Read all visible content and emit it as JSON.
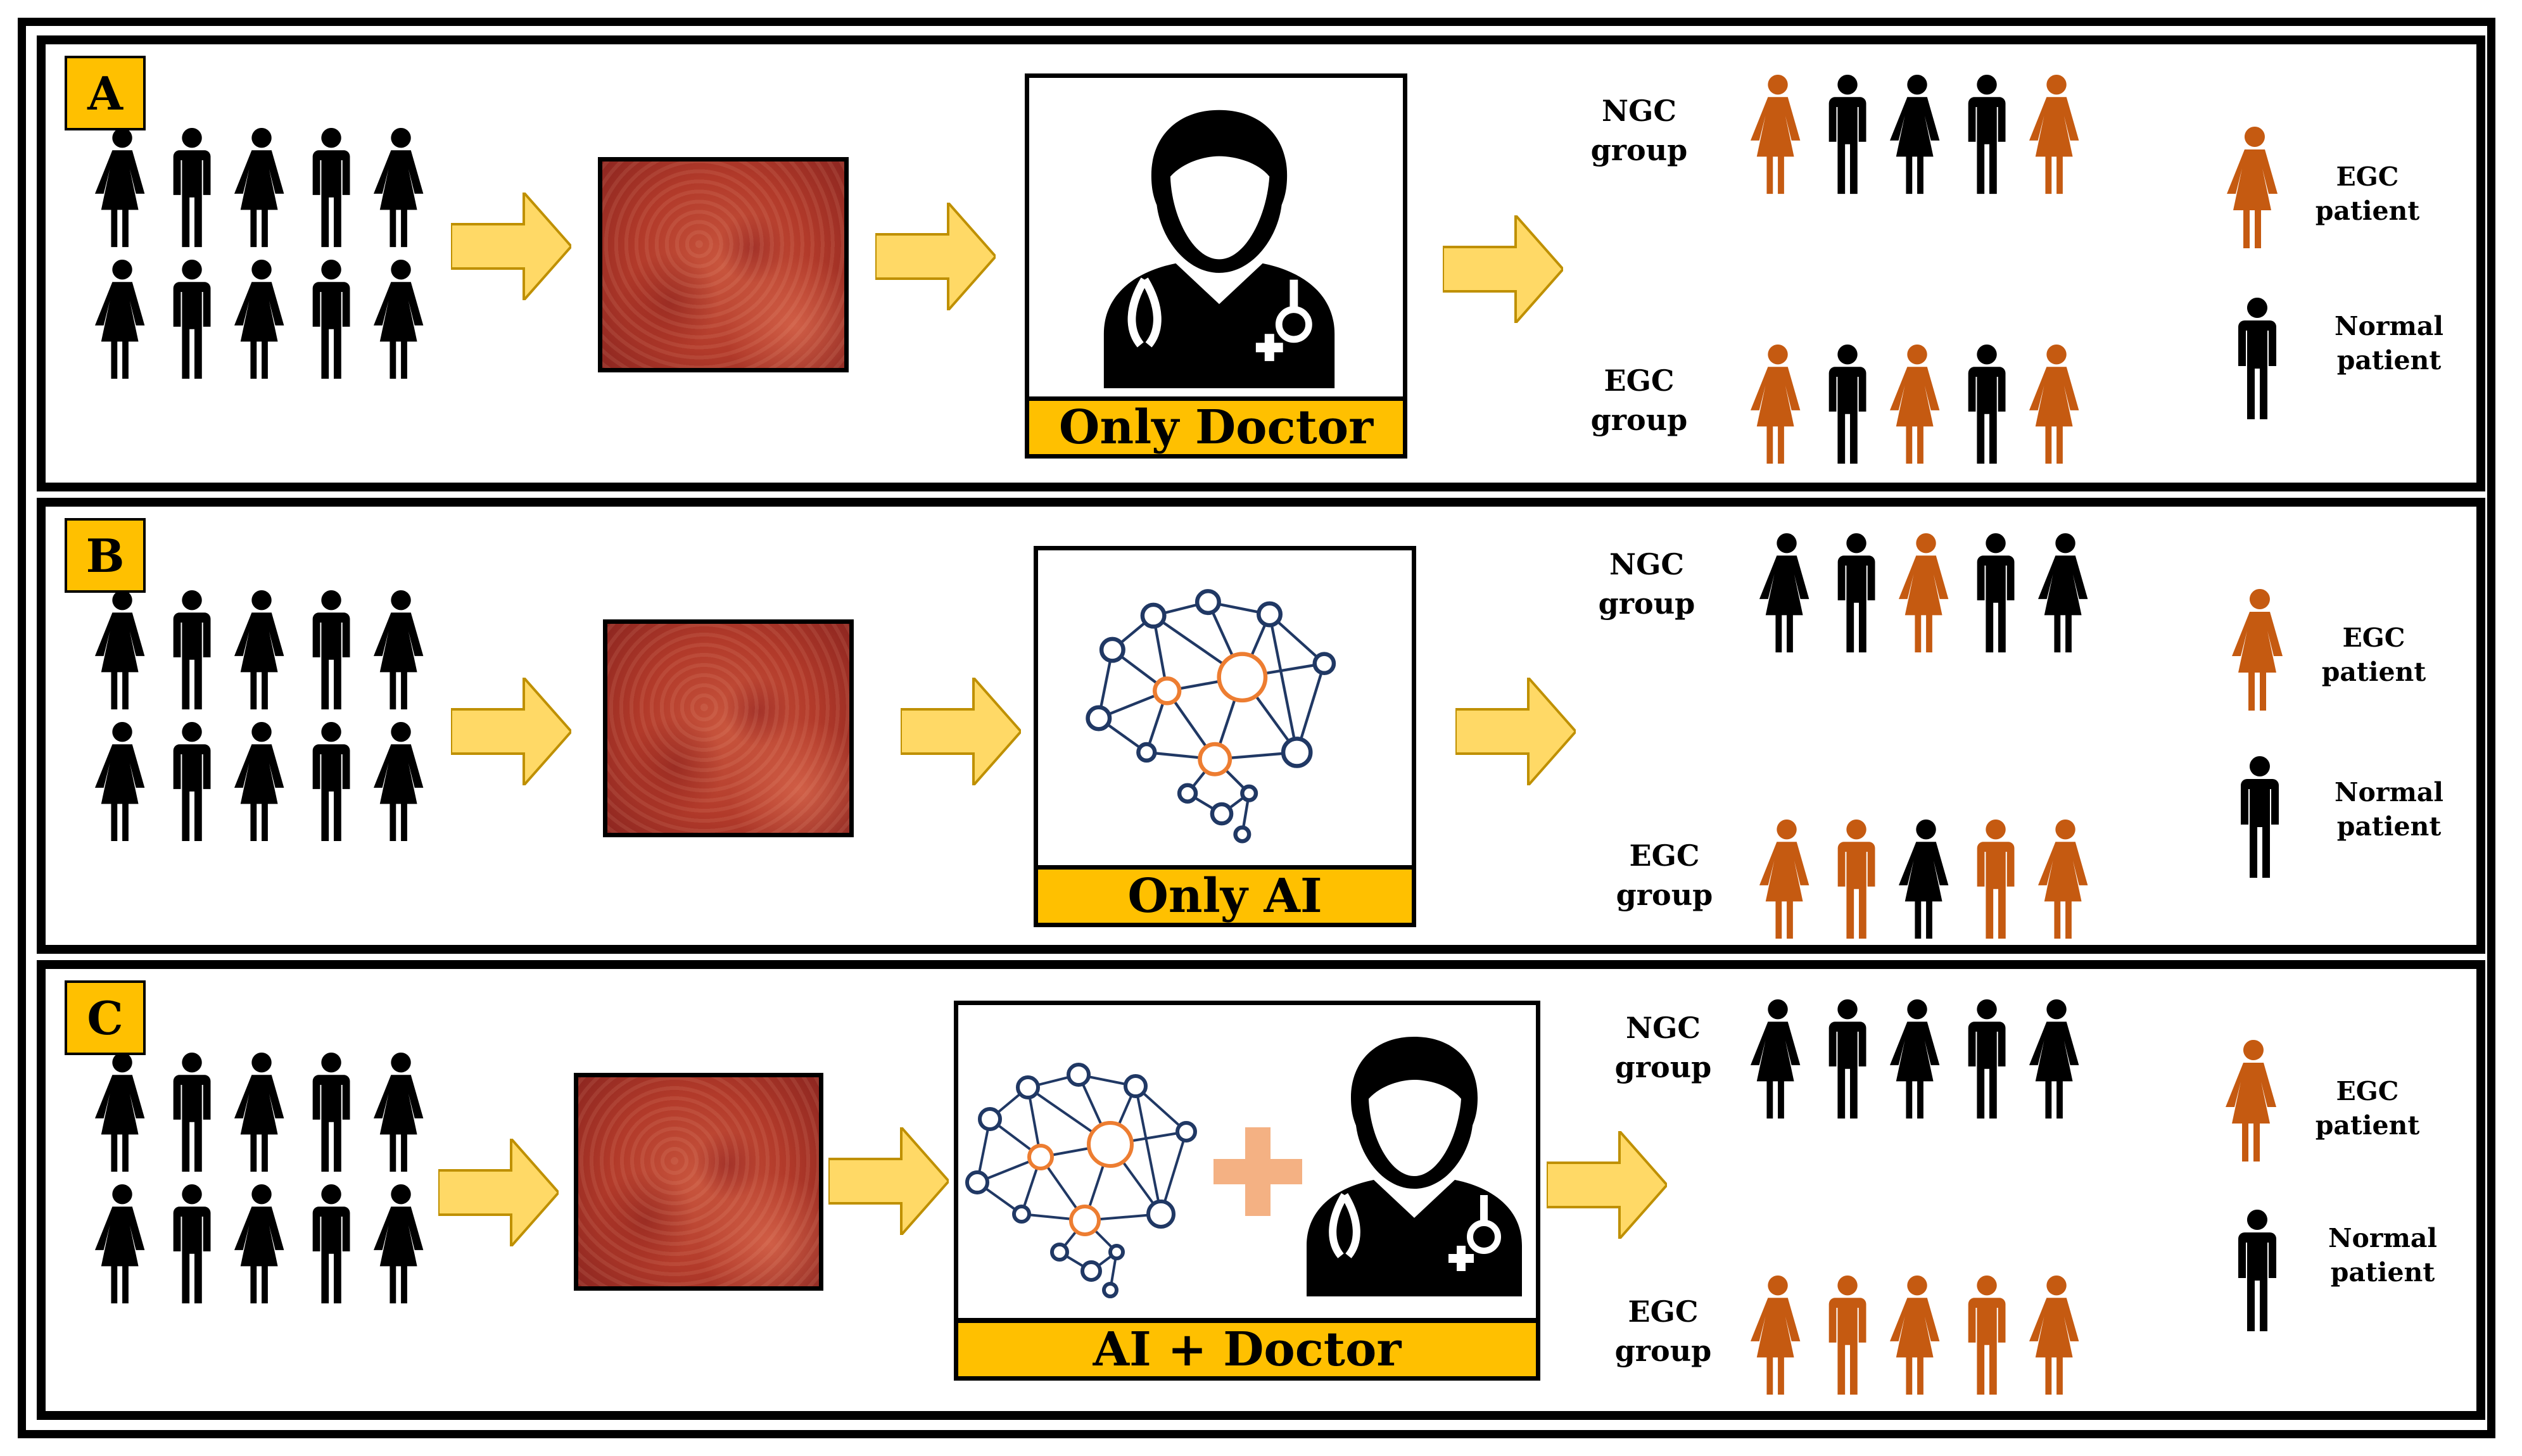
{
  "colors": {
    "accent": "#ffc000",
    "egc": "#c55a11",
    "normal": "#000000",
    "arrow": "#ffd966",
    "network": "#203864",
    "node_highlight": "#ed7d31",
    "plus": "#f4b183"
  },
  "icons": {
    "person_female": "female-person-icon",
    "person_male": "male-person-icon",
    "doctor": "doctor-icon",
    "ai": "neural-network-icon",
    "plus": "plus-icon",
    "arrow": "right-arrow-icon"
  },
  "panels": [
    {
      "tag": "A",
      "caption": "Only Doctor",
      "ngc_label": "NGC\ngroup",
      "egc_label": "EGC\ngroup",
      "ngc_group": [
        "egc-f",
        "normal-m",
        "normal-f",
        "normal-m",
        "egc-f"
      ],
      "egc_group": [
        "egc-f",
        "normal-m",
        "egc-f",
        "normal-m",
        "egc-f"
      ],
      "legend_egc": "EGC patient",
      "legend_normal": "Normal\npatient"
    },
    {
      "tag": "B",
      "caption": "Only AI",
      "ngc_label": "NGC\ngroup",
      "egc_label": "EGC\ngroup",
      "ngc_group": [
        "normal-f",
        "normal-m",
        "egc-f",
        "normal-m",
        "normal-f"
      ],
      "egc_group": [
        "egc-f",
        "egc-m",
        "normal-f",
        "egc-m",
        "egc-f"
      ],
      "legend_egc": "EGC patient",
      "legend_normal": "Normal\npatient"
    },
    {
      "tag": "C",
      "caption": "AI + Doctor",
      "ngc_label": "NGC\ngroup",
      "egc_label": "EGC\ngroup",
      "ngc_group": [
        "normal-f",
        "normal-m",
        "normal-f",
        "normal-m",
        "normal-f"
      ],
      "egc_group": [
        "egc-f",
        "egc-m",
        "egc-f",
        "egc-m",
        "egc-f"
      ],
      "legend_egc": "EGC patient",
      "legend_normal": "Normal\npatient"
    }
  ],
  "input_crowd": [
    "normal-f",
    "normal-m",
    "normal-f",
    "normal-m",
    "normal-f",
    "normal-f",
    "normal-m",
    "normal-f",
    "normal-m",
    "normal-f"
  ]
}
